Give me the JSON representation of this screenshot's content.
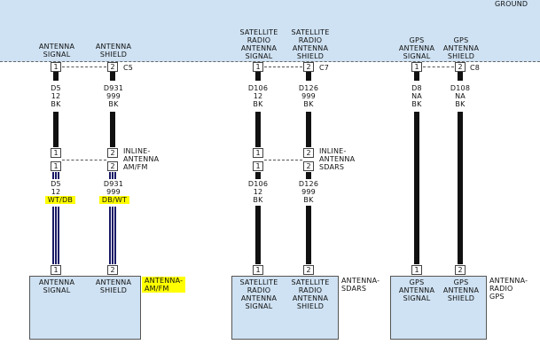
{
  "header": {
    "ground_label": "GROUND"
  },
  "groups": [
    {
      "top_labels": [
        "ANTENNA\nSIGNAL",
        "ANTENNA\nSHIELD"
      ],
      "top_connector": "C5",
      "upper_wires": [
        "D5\n12\nBK",
        "D931\n999\nBK"
      ],
      "inline_label": "INLINE-\nANTENNA\nAM/FM",
      "lower_wires": [
        "D5\n12",
        "D931\n999"
      ],
      "lower_colors": [
        "WT/DB",
        "DB/WT"
      ],
      "device_pins": [
        "ANTENNA\nSIGNAL",
        "ANTENNA\nSHIELD"
      ],
      "device_name": "ANTENNA-\nAM/FM"
    },
    {
      "top_labels": [
        "SATELLITE\nRADIO\nANTENNA\nSIGNAL",
        "SATELLITE\nRADIO\nANTENNA\nSHIELD"
      ],
      "top_connector": "C7",
      "upper_wires": [
        "D106\n12\nBK",
        "D126\n999\nBK"
      ],
      "inline_label": "INLINE-\nANTENNA\nSDARS",
      "lower_wires": [
        "D106\n12\nBK",
        "D126\n999\nBK"
      ],
      "device_pins": [
        "SATELLITE\nRADIO\nANTENNA\nSIGNAL",
        "SATELLITE\nRADIO\nANTENNA\nSHIELD"
      ],
      "device_name": "ANTENNA-\nSDARS"
    },
    {
      "top_labels": [
        "GPS\nANTENNA\nSIGNAL",
        "GPS\nANTENNA\nSHIELD"
      ],
      "top_connector": "C8",
      "wires": [
        "D8\nNA\nBK",
        "D108\nNA\nBK"
      ],
      "device_pins": [
        "GPS\nANTENNA\nSIGNAL",
        "GPS\nANTENNA\nSHIELD"
      ],
      "device_name": "ANTENNA-\nRADIO\nGPS"
    }
  ],
  "pins": [
    "1",
    "2"
  ],
  "colors": {
    "module_fill": "#cfe2f3",
    "highlight": "#ffff00",
    "wire": "#111111"
  }
}
